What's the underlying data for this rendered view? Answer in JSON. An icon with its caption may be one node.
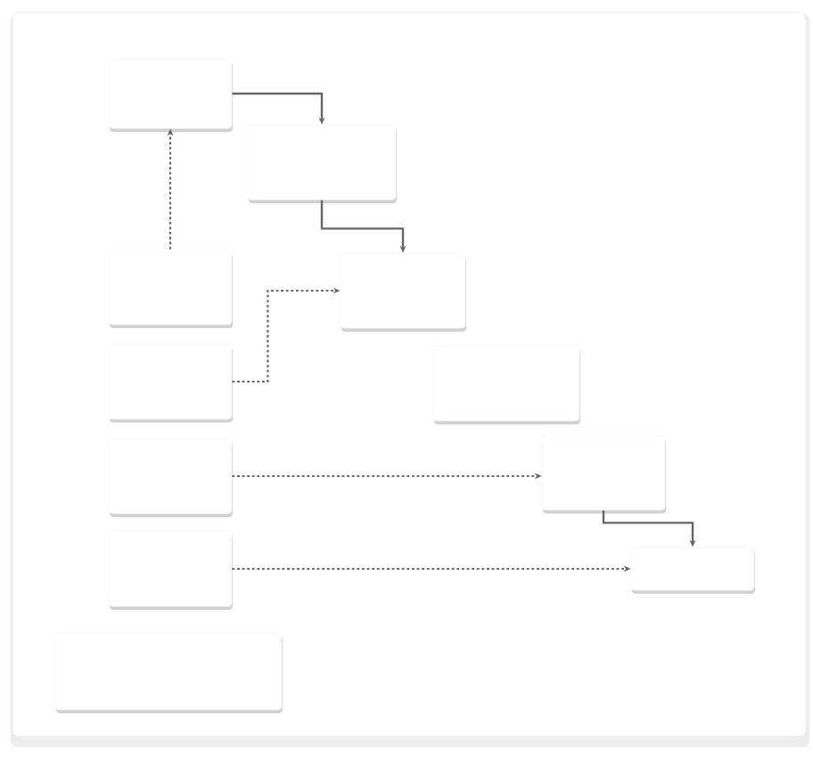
{
  "diagram": {
    "nodes": [
      {
        "text": [],
        "shape": "box"
      },
      {
        "text": [],
        "shape": "box"
      },
      {
        "text": [],
        "shape": "box"
      },
      {
        "text": [],
        "shape": "box"
      },
      {
        "text": [],
        "shape": "box"
      },
      {
        "text": [],
        "shape": "box"
      },
      {
        "text": [],
        "shape": "box"
      },
      {
        "text": [],
        "shape": "box"
      },
      {
        "text": [],
        "shape": "box"
      },
      {
        "text": [],
        "shape": "box"
      },
      {
        "text": [],
        "shape": "box"
      }
    ],
    "edges": [
      {
        "from": 0,
        "to": 1,
        "arrow": "to"
      },
      {
        "from": 1,
        "to": 3,
        "arrow": "to"
      },
      {
        "from": 2,
        "to": 0,
        "arrow": "to",
        "style": "dashed"
      },
      {
        "from": 4,
        "to": 3,
        "arrow": "to",
        "style": "dashed"
      },
      {
        "from": 6,
        "to": 7,
        "arrow": "to",
        "style": "dashed"
      },
      {
        "from": 7,
        "to": 9,
        "arrow": "to"
      },
      {
        "from": 8,
        "to": 9,
        "arrow": "to",
        "style": "dashed"
      }
    ]
  }
}
